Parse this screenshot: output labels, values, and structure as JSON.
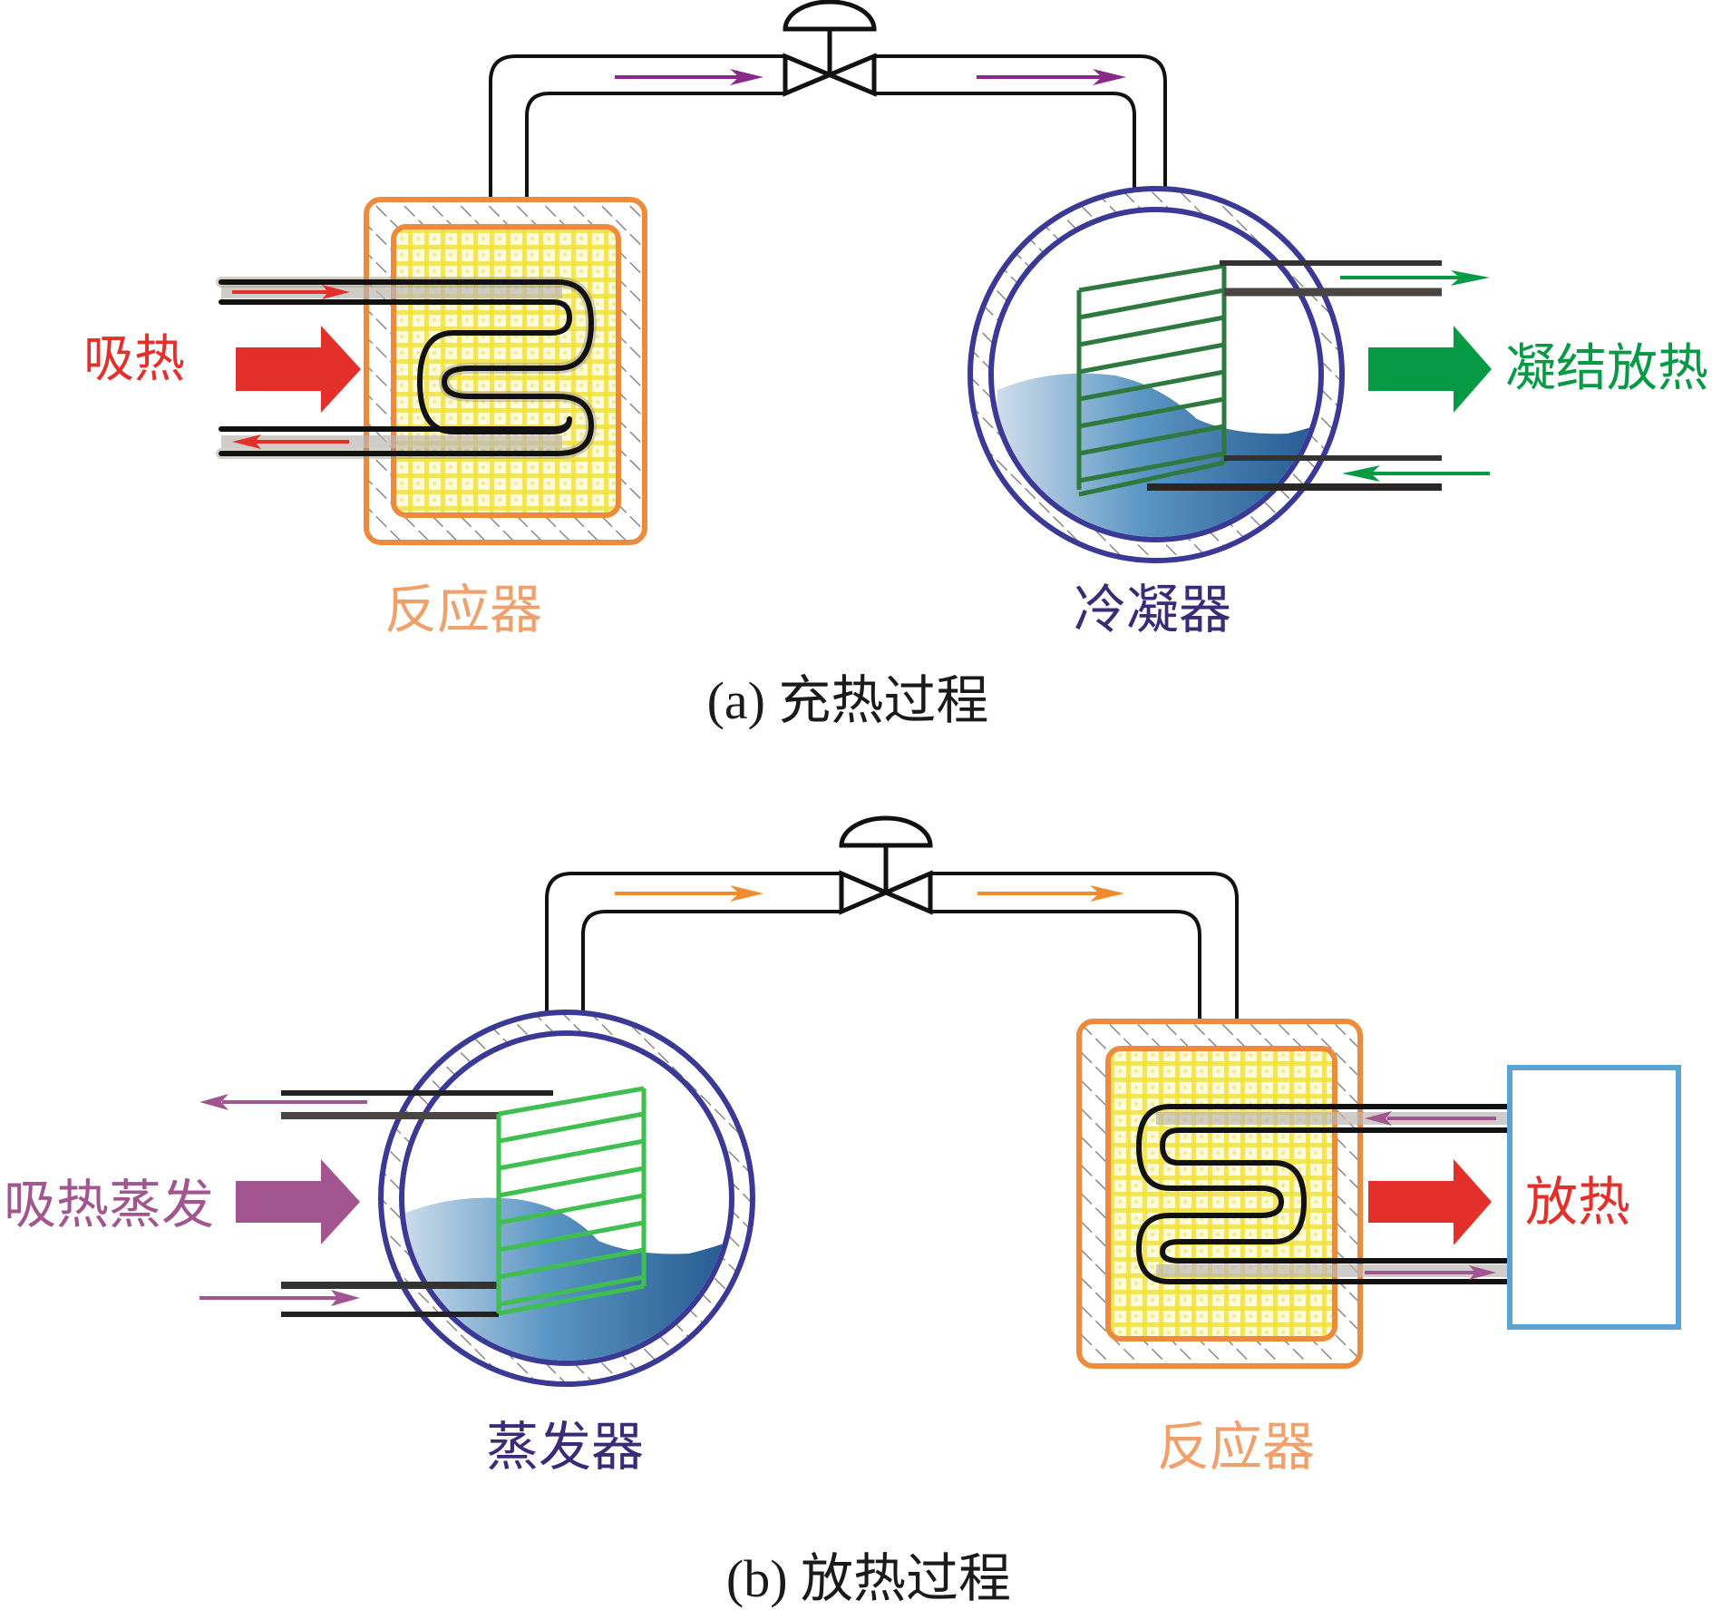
{
  "figure": {
    "panel_a": {
      "caption": "(a) 充热过程",
      "left_component": "反应器",
      "right_component": "冷凝器",
      "left_heat_label": "吸热",
      "right_heat_label": "凝结放热",
      "flow_direction": "reactor-to-condenser"
    },
    "panel_b": {
      "caption": "(b) 放热过程",
      "left_component": "蒸发器",
      "right_component": "反应器",
      "left_heat_label": "吸热蒸发",
      "right_heat_label": "放热",
      "flow_direction": "evaporator-to-reactor"
    }
  },
  "colors": {
    "reactor_orange": "#ee8a3c",
    "reactor_label": "#f0a06a",
    "reactor_fill": "#f3e55b",
    "vessel_blue": "#3a3a96",
    "vessel_label": "#3a2a78",
    "liquid_light": "#c5d8e8",
    "liquid_dark": "#2f6aa0",
    "heat_red": "#e3302b",
    "condense_green": "#069a45",
    "coil_green_dark": "#2e7a3e",
    "coil_green_light": "#3fbf4f",
    "flow_purple_a": "#8a2a86",
    "flow_orange_b": "#ef8c2d",
    "evap_purple": "#a3558f",
    "sink_box_blue": "#5aa3d2"
  }
}
